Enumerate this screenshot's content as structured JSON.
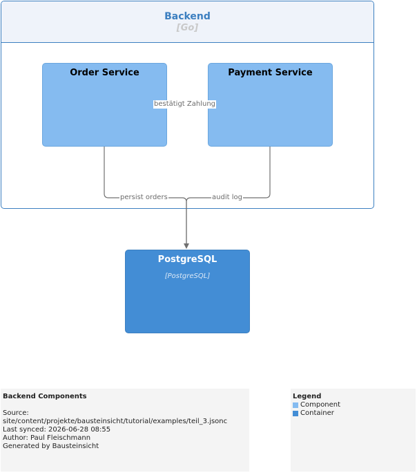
{
  "boundary": {
    "title": "Backend",
    "technology": "[Go]"
  },
  "components": {
    "order": {
      "title": "Order Service"
    },
    "payment": {
      "title": "Payment Service"
    }
  },
  "database": {
    "title": "PostgreSQL",
    "technology": "[PostgreSQL]"
  },
  "edges": {
    "confirms": "bestätigt Zahlung",
    "persist": "persist orders",
    "audit": "audit log"
  },
  "info": {
    "title": "Backend Components",
    "source_label": "Source:",
    "source_path": "site/content/projekte/bausteinsicht/tutorial/examples/teil_3.jsonc",
    "last_synced": "Last synced: 2026-06-28 08:55",
    "author": "Author: Paul Fleischmann",
    "generated_by": "Generated by Bausteinsicht"
  },
  "legend": {
    "title": "Legend",
    "items": [
      {
        "label": "Component",
        "color": "#85bbf0"
      },
      {
        "label": "Container",
        "color": "#438dd5"
      }
    ]
  },
  "colors": {
    "component": "#85bbf0",
    "container": "#438dd5",
    "boundary": "#3c7fc0",
    "edge": "#707070"
  }
}
